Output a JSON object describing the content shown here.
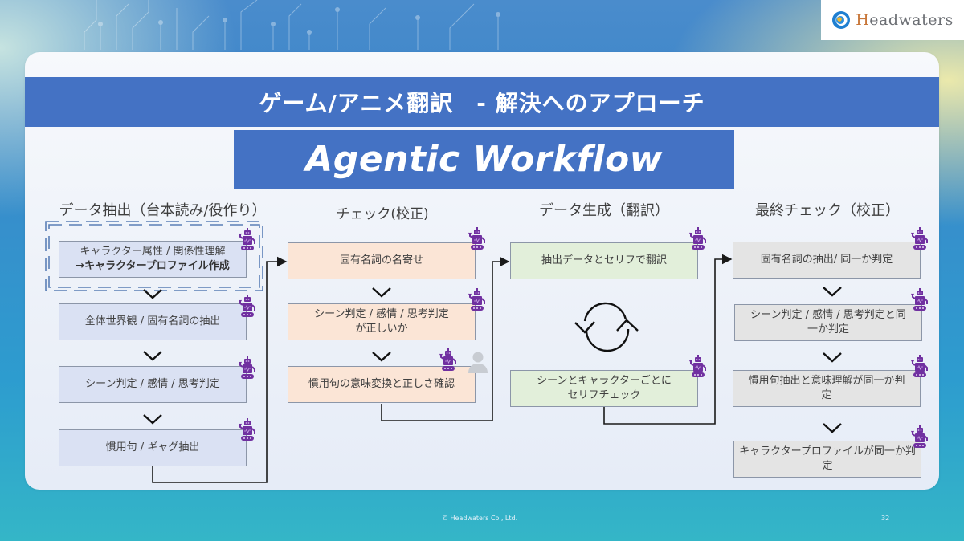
{
  "brand": {
    "name_initial": "H",
    "name_rest": "eadwaters"
  },
  "title": "ゲーム/アニメ翻訳　- 解決へのアプローチ",
  "subtitle": "Agentic Workflow",
  "columns": [
    {
      "heading": "データ抽出（台本読み/役作り）",
      "color": "#dae1f3",
      "steps": [
        {
          "line1": "キャラクター属性 / 関係性理解",
          "line2": "→キャラクタープロファイル作成",
          "agent": "robot",
          "highlighted": true
        },
        {
          "line1": "全体世界観 / 固有名詞の抽出",
          "agent": "robot"
        },
        {
          "line1": "シーン判定 / 感情 / 思考判定",
          "agent": "robot"
        },
        {
          "line1": "慣用句 / ギャグ抽出",
          "agent": "robot"
        }
      ]
    },
    {
      "heading": "チェック(校正)",
      "color": "#fbe5d6",
      "steps": [
        {
          "line1": "固有名詞の名寄せ",
          "agent": "robot"
        },
        {
          "line1": "シーン判定 / 感情 / 思考判定",
          "line2": "が正しいか",
          "agent": "robot"
        },
        {
          "line1": "慣用句の意味変換と正しさ確認",
          "agent": "robot+human"
        }
      ]
    },
    {
      "heading": "データ生成（翻訳）",
      "color": "#e2efda",
      "steps": [
        {
          "line1": "抽出データとセリフで翻訳",
          "agent": "robot"
        },
        {
          "line1": "シーンとキャラクターごとに",
          "line2": "セリフチェック",
          "agent": "robot"
        }
      ],
      "loop_icon": "cycle-arrows-icon"
    },
    {
      "heading": "最終チェック（校正）",
      "color": "#e4e4e4",
      "steps": [
        {
          "line1": "固有名詞の抽出/ 同一か判定",
          "agent": "robot"
        },
        {
          "line1": "シーン判定 / 感情 / 思考判定と同",
          "line2": "一か判定",
          "agent": "robot"
        },
        {
          "line1": "慣用句抽出と意味理解が同一か判",
          "line2": "定",
          "agent": "robot"
        },
        {
          "line1": "キャラクタープロファイルが同一か判定",
          "agent": "robot"
        }
      ]
    }
  ],
  "footer": {
    "copyright": "© Headwaters Co., Ltd.",
    "page_number": "32"
  },
  "colors": {
    "accent": "#4472c4",
    "robot": "#7030a0",
    "human": "#c8ccd2"
  }
}
